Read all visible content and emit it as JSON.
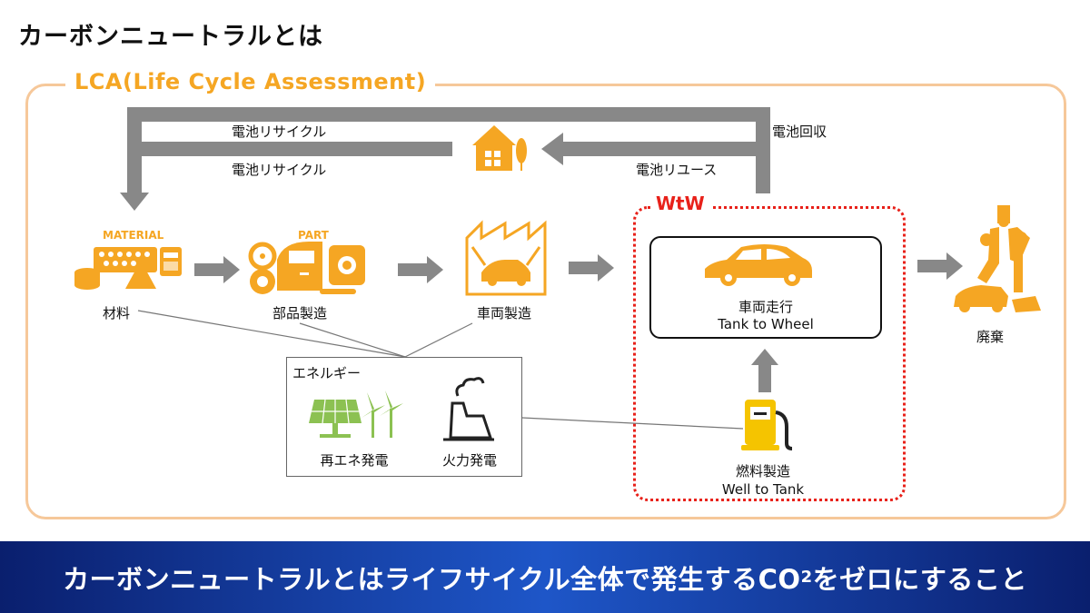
{
  "title": "カーボンニュートラルとは",
  "lca": {
    "label": "LCA(Life Cycle Assessment)"
  },
  "battery": {
    "recycle_top": "電池リサイクル",
    "recycle_bottom": "電池リサイクル",
    "collection": "電池回収",
    "reuse": "電池リユース"
  },
  "stages": {
    "material": {
      "icon_label": "MATERIAL",
      "label": "材料"
    },
    "parts": {
      "icon_label": "PART",
      "label": "部品製造"
    },
    "vehicle": {
      "label": "車両製造"
    },
    "driving": {
      "label": "車両走行",
      "sublabel": "Tank to Wheel"
    },
    "fuel": {
      "label": "燃料製造",
      "sublabel": "Well to Tank"
    },
    "disposal": {
      "label": "廃棄"
    }
  },
  "wtw": {
    "label": "WtW"
  },
  "energy": {
    "title": "エネルギー",
    "renewable": "再エネ発電",
    "thermal": "火力発電"
  },
  "banner": {
    "text_before": "カーボンニュートラルとはライフサイクル全体で発生するCO",
    "subscript": "2",
    "text_after": "をゼロにすること"
  },
  "colors": {
    "accent_orange": "#f5a623",
    "lca_border": "#f6c89a",
    "wtw_red": "#e8211a",
    "arrow_gray": "#888888",
    "renewable_green": "#8cc152",
    "fuel_yellow": "#f5c400",
    "banner_blue": "#1e56c8"
  }
}
